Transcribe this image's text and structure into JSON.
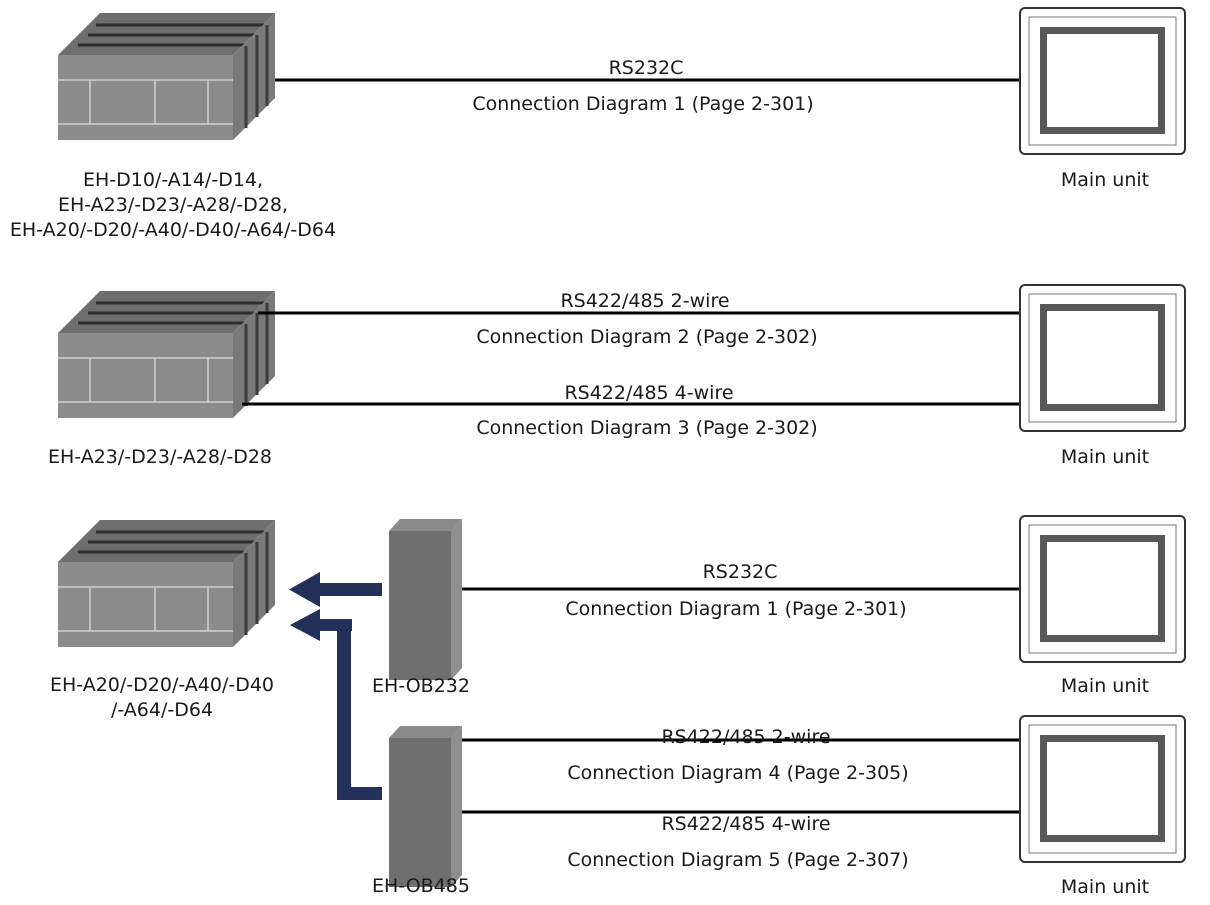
{
  "sections": [
    {
      "plc_label_lines": [
        "EH-D10/-A14/-D14,",
        "EH-A23/-D23/-A28/-D28,",
        "EH-A20/-D20/-A40/-D40/-A64/-D64"
      ],
      "connections": [
        {
          "protocol": "RS232C",
          "diagram": "Connection Diagram 1 (Page 2-301)"
        }
      ],
      "unit_label": "Main unit"
    },
    {
      "plc_label_lines": [
        "EH-A23/-D23/-A28/-D28"
      ],
      "connections": [
        {
          "protocol": "RS422/485 2-wire",
          "diagram": "Connection Diagram 2 (Page 2-302)"
        },
        {
          "protocol": "RS422/485 4-wire",
          "diagram": "Connection Diagram 3 (Page 2-302)"
        }
      ],
      "unit_label": "Main unit"
    },
    {
      "plc_label_lines": [
        "EH-A20/-D20/-A40/-D40",
        "/-A64/-D64"
      ],
      "modules": [
        {
          "label": "EH-OB232",
          "connections": [
            {
              "protocol": "RS232C",
              "diagram": "Connection Diagram 1 (Page 2-301)"
            }
          ],
          "unit_label": "Main unit"
        },
        {
          "label": "EH-OB485",
          "connections": [
            {
              "protocol": "RS422/485 2-wire",
              "diagram": "Connection Diagram 4 (Page 2-305)"
            },
            {
              "protocol": "RS422/485 4-wire",
              "diagram": "Connection Diagram 5 (Page 2-307)"
            }
          ],
          "unit_label": "Main unit"
        }
      ]
    }
  ],
  "colors": {
    "plc_body": "#8c8c8c",
    "plc_top": "#6e6e6e",
    "plc_dark": "#3c3c3c",
    "module_face": "#6f6f6f",
    "module_side": "#8e8e8e",
    "arrow": "#22305a",
    "cable": "#000000",
    "screen_bezel": "#585858"
  }
}
